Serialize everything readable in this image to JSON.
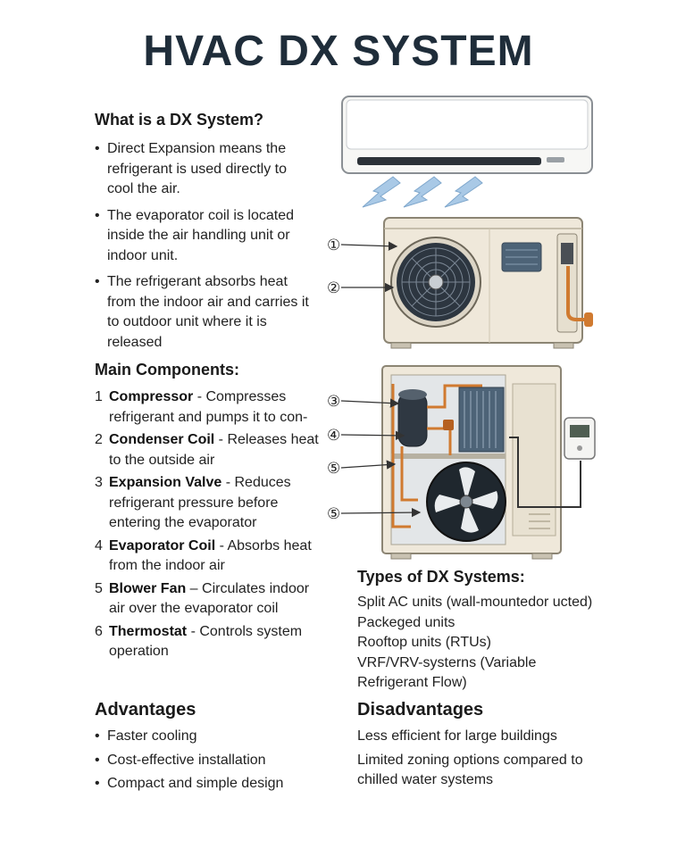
{
  "title": "HVAC DX SYSTEM",
  "what": {
    "heading": "What is a DX System?",
    "items": [
      "Direct Expansion means the refrigerant is used directly to cool the air.",
      "The evaporator coil is located inside the air handling unit or indoor unit.",
      "The refrigerant absorbs heat from the indoor air and carries it to outdoor unit where it is released"
    ]
  },
  "components": {
    "heading": "Main Components:",
    "items": [
      {
        "num": "1",
        "name": "Compressor",
        "desc": " - Compresses refrigerant and pumps it to con-"
      },
      {
        "num": "2",
        "name": "Condenser Coil",
        "desc": " - Releases heat to the outside air"
      },
      {
        "num": "3",
        "name": "Expansion Valve",
        "desc": " - Reduces refrigerant pressure before entering the evaporator"
      },
      {
        "num": "4",
        "name": "Evaporator Coil",
        "desc": " - Absorbs heat from the indoor air"
      },
      {
        "num": "5",
        "name": "Blower Fan",
        "desc": " – Circulates indoor air over the evaporator coil"
      },
      {
        "num": "6",
        "name": "Thermostat",
        "desc": " - Controls system operation"
      }
    ]
  },
  "types": {
    "heading": "Types of DX Systems:",
    "items": [
      "Split AC units (wall-mountedor ucted)",
      "Packeged units",
      "Rooftop units (RTUs)",
      "VRF/VRV-systerns (Variable Refrigerant Flow)"
    ]
  },
  "advantages": {
    "heading": "Advantages",
    "items": [
      "Faster cooling",
      "Cost-effective installation",
      "Compact and simple design"
    ]
  },
  "disadvantages": {
    "heading": "Disadvantages",
    "items": [
      "Less efficient for large buildings",
      "Limited zoning options compared to chilled water systems"
    ]
  },
  "callouts": [
    "①",
    "②",
    "③",
    "④",
    "⑤",
    "⑤"
  ],
  "colors": {
    "title": "#1f2d3a",
    "unit_body": "#efe8da",
    "copper": "#d07a30",
    "airflow": "#a9c9e6",
    "fan_blade": "#2d3640",
    "coil": "#4d6377"
  }
}
